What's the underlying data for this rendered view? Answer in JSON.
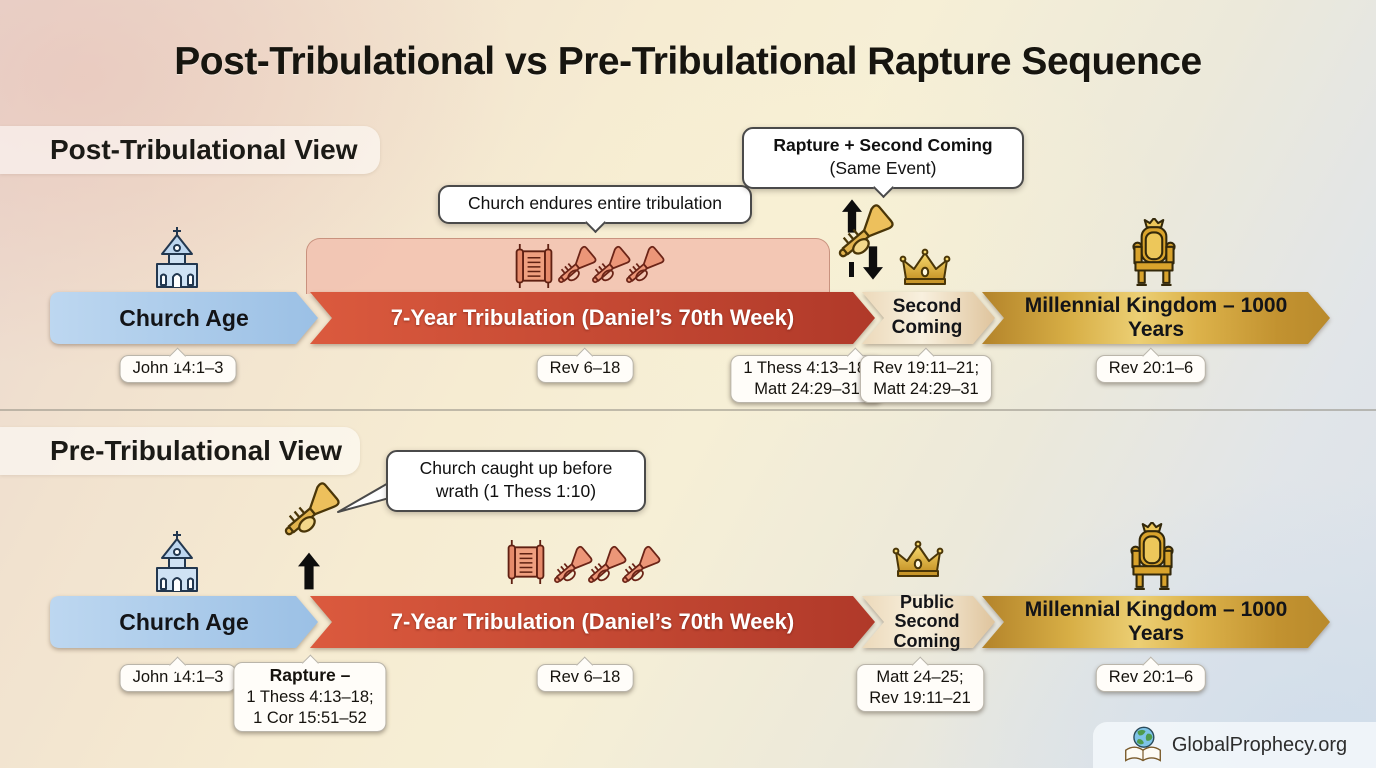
{
  "title": "Post-Tribulational vs Pre-Tribulational Rapture Sequence",
  "branding": {
    "site_name": "GlobalProphecy.org",
    "logo_icon": "globe-on-open-book-icon"
  },
  "colors": {
    "church_age_blue": "#a9c9ea",
    "tribulation_red_start": "#db5a3e",
    "tribulation_red_end": "#b03929",
    "tribulation_overlay_band": "#f2c3b1",
    "second_coming_cream": "#efdcbc",
    "millennial_gold": "#d2a437",
    "gold_icon": "#e2b34d",
    "salmon_icon": "#ec9678",
    "callout_border": "#4a4a4a"
  },
  "post": {
    "heading": "Post-Tribulational View",
    "callout_endure": "Church endures entire tribulation",
    "callout_rapture": {
      "line1": "Rapture + Second Coming",
      "line2": "(Same Event)"
    },
    "segments": {
      "church": {
        "label": "Church Age",
        "ref": "John 14:1–3"
      },
      "tribulation": {
        "label": "7-Year Tribulation (Daniel’s 70th Week)",
        "ref": "Rev 6–18"
      },
      "second_coming": {
        "line1": "Second",
        "line2": "Coming",
        "ref": {
          "line1": "Rev 19:11–21;",
          "line2": "Matt 24:29–31"
        }
      },
      "millennial": {
        "label": "Millennial Kingdom – 1000 Years",
        "ref": "Rev 20:1–6"
      }
    },
    "rapture_ref": {
      "line1": "1 Thess 4:13–18;",
      "line2": "Matt 24:29–31"
    }
  },
  "pre": {
    "heading": "Pre-Tribulational View",
    "callout_caught": {
      "line1": "Church caught up before",
      "line2": "wrath (1 Thess 1:10)"
    },
    "segments": {
      "church": {
        "label": "Church Age",
        "ref": "John 14:1–3"
      },
      "tribulation": {
        "label": "7-Year Tribulation (Daniel’s 70th Week)",
        "ref": "Rev 6–18"
      },
      "second_coming": {
        "line1": "Public",
        "line2": "Second",
        "line3": "Coming",
        "ref": {
          "line1": "Matt 24–25;",
          "line2": "Rev 19:11–21"
        }
      },
      "millennial": {
        "label": "Millennial Kingdom – 1000 Years",
        "ref": "Rev 20:1–6"
      }
    },
    "rapture_badge": {
      "line1": "Rapture –",
      "line2": "1 Thess 4:13–18;",
      "line3": "1 Cor 15:51–52"
    }
  }
}
